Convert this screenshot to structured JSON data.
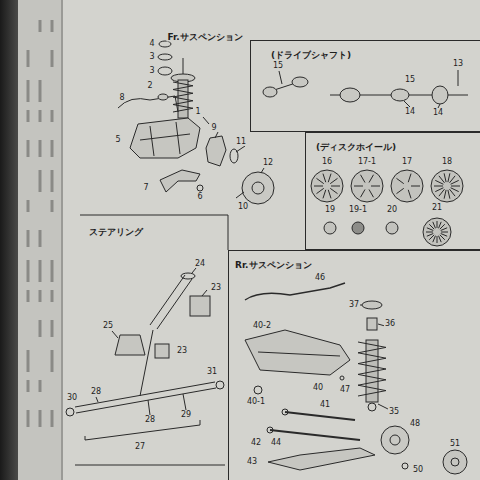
{
  "diagram": {
    "nodes": [
      {
        "text": [
          "(ドライブシャフト)"
        ]
      },
      {
        "text": [
          "(ディスクホイール)"
        ]
      },
      {
        "text": [
          "Rr.サスペンション"
        ]
      }
    ],
    "labels": [
      "Fr.サスペンション",
      "4",
      "3",
      "3",
      "2",
      "8",
      "1",
      "9",
      "5",
      "11",
      "12",
      "6",
      "7",
      "10",
      "15",
      "13",
      "15",
      "14",
      "14",
      "16",
      "17-1",
      "17",
      "18",
      "19",
      "19-1",
      "20",
      "21",
      "ステアリング",
      "24",
      "23",
      "25",
      "23",
      "30",
      "28",
      "31",
      "29",
      "28",
      "27",
      "46",
      "37",
      "36",
      "40-2",
      "40",
      "47",
      "35",
      "40-1",
      "41",
      "42",
      "44",
      "43",
      "48",
      "50",
      "51"
    ]
  }
}
